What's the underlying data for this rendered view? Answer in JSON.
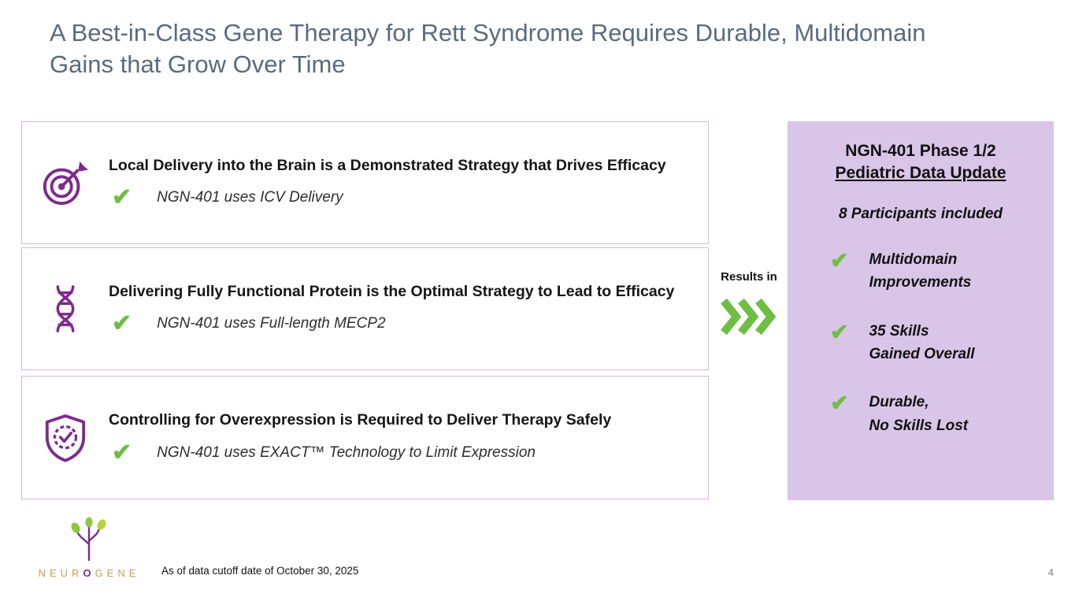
{
  "slide": {
    "title": "A Best-in-Class Gene Therapy for Rett Syndrome Requires Durable, Multidomain Gains that Grow Over Time",
    "footnote": "As of data cutoff date of October 30, 2025",
    "page_number": "4"
  },
  "strategy_boxes": [
    {
      "icon": "target-icon",
      "heading": "Local Delivery into the Brain is a Demonstrated Strategy that Drives Efficacy",
      "check_text": "NGN-401 uses ICV Delivery"
    },
    {
      "icon": "dna-icon",
      "heading": "Delivering Fully Functional Protein is the Optimal Strategy to Lead to Efficacy",
      "check_text": "NGN-401 uses Full-length MECP2"
    },
    {
      "icon": "shield-check-icon",
      "heading": "Controlling for Overexpression is Required to Deliver Therapy Safely",
      "check_text": "NGN-401 uses EXACT™ Technology to Limit Expression"
    }
  ],
  "connector": {
    "label": "Results in"
  },
  "results_panel": {
    "title_line1": "NGN-401 Phase 1/2",
    "title_line2": "Pediatric Data Update",
    "subtitle": "8 Participants included",
    "items": [
      {
        "line1": "Multidomain",
        "line2": "Improvements"
      },
      {
        "line1": "35 Skills",
        "line2": "Gained Overall"
      },
      {
        "line1": "Durable,",
        "line2": "No Skills Lost"
      }
    ]
  },
  "logo": {
    "text_left": "NEUR",
    "text_o": "O",
    "text_right": "GENE"
  },
  "colors": {
    "purple": "#7d2b8b",
    "green": "#6fbe44",
    "panel_bg": "#d9c5e7",
    "title_gray": "#5a6b7c",
    "box_border": "#d8b6dc",
    "logo_gold": "#c6a14f"
  }
}
